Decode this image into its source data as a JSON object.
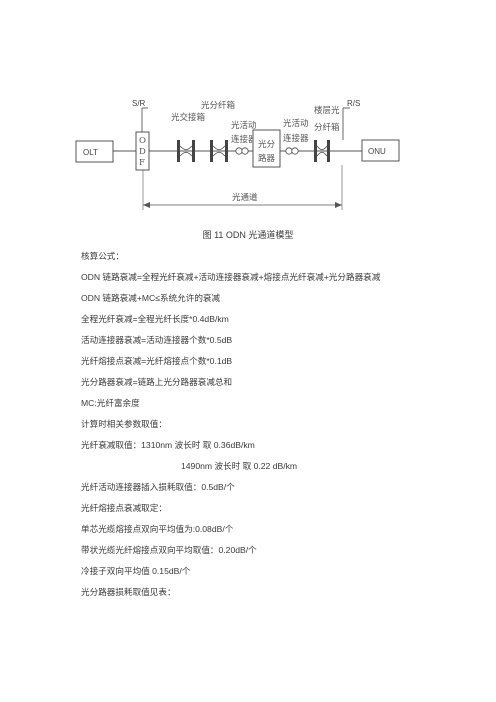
{
  "diagram": {
    "olt": "OLT",
    "onu": "ONU",
    "sr": "S/R",
    "rs": "R/S",
    "odf_chars": [
      "O",
      "D",
      "F"
    ],
    "cross_box": "光交接箱",
    "split_box": "光分纤箱",
    "connector_left": [
      "光活动",
      "连接器"
    ],
    "splitter": [
      "光分",
      "路器"
    ],
    "connector_right": [
      "光活动",
      "连接器"
    ],
    "building_box": [
      "楼层光",
      "分纤箱"
    ],
    "optical_channel": "光通道"
  },
  "caption": "图 11 ODN 光通道模型",
  "lines": [
    "核算公式：",
    "ODN 链路衰减=全程光纤衰减+活动连接器衰减+熔接点光纤衰减+光分路器衰减",
    "ODN 链路衰减+MC≤系统允许的衰减",
    "全程光纤衰减=全程光纤长度*0.4dB/km",
    "活动连接器衰减=活动连接器个数*0.5dB",
    "光纤熔接点衰减=光纤熔接点个数*0.1dB",
    "光分路器衰减=链路上光分路器衰减总和",
    "MC:光纤富余度",
    "计算时相关参数取值：",
    "光纤衰减取值：1310nm 波长时     取 0.36dB/km",
    "1490nm 波长时     取 0.22 dB/km",
    "光纤活动连接器插入损耗取值：0.5dB/个",
    "光纤熔接点衰减取定：",
    "单芯光缆熔接点双向平均值为:0.08dB/个",
    "带状光缆光纤熔接点双向平均取值：0.20dB/个",
    "冷接子双向平均值 0.15dB/个",
    "光分路器损耗取值见表："
  ]
}
